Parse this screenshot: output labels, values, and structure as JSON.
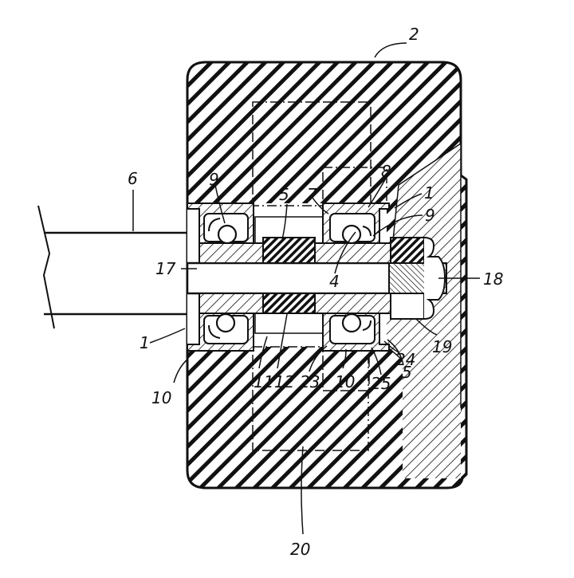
{
  "figure": {
    "colors": {
      "ink": "#111111",
      "paper": "#ffffff"
    },
    "reference_numerals": {
      "r2": "2",
      "r6": "6",
      "r9_left": "9",
      "r5_top": "5",
      "r7": "7",
      "r8": "8",
      "r1_right": "1",
      "r9_right": "9",
      "r17": "17",
      "r4": "4",
      "r18": "18",
      "r1_left": "1",
      "r10_left": "10",
      "r11": "11",
      "r12": "12",
      "r23": "23",
      "r10_mid": "10",
      "r25": "25",
      "r24": "24",
      "r5_right": "5",
      "r19": "19",
      "r20": "20"
    }
  }
}
